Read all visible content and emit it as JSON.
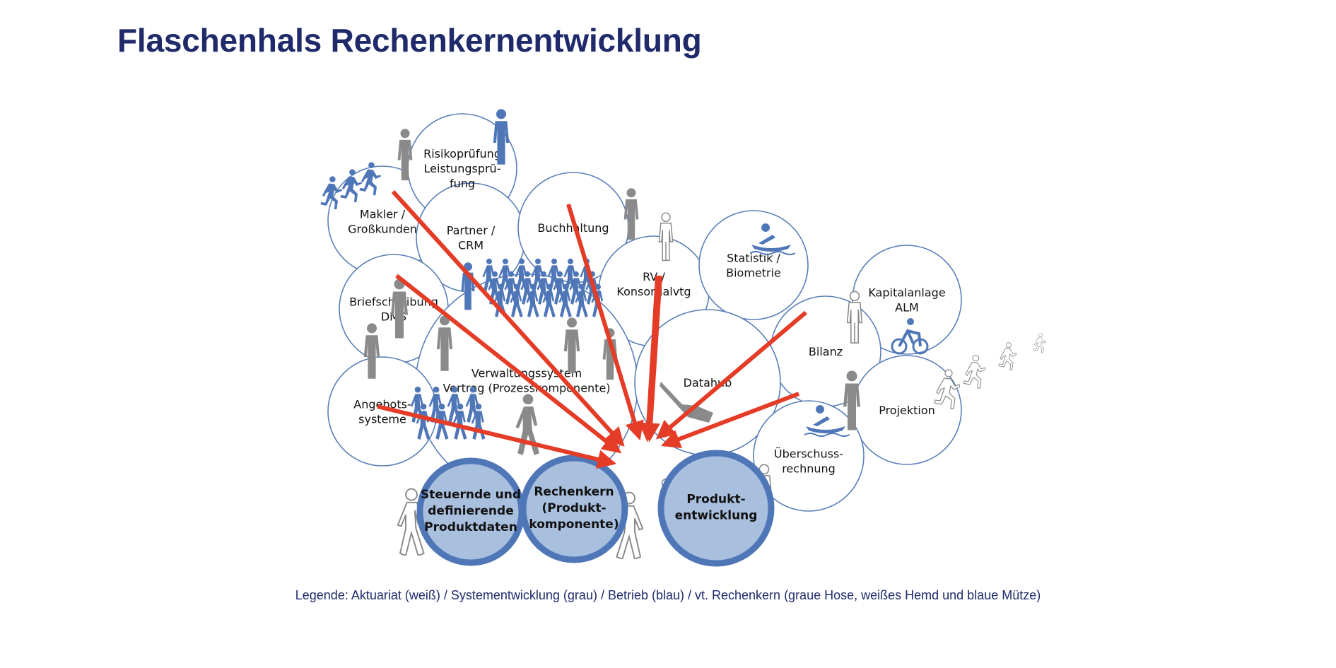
{
  "title": "Flaschenhals Rechenkernentwicklung",
  "legend": "Legende: Aktuariat (weiß) / Systementwicklung (grau) / Betrieb (blau) / vt. Rechenkern (graue Hose, weißes Hemd und blaue Mütze)",
  "colors": {
    "title": "#1f2a6b",
    "bubble_stroke": "#5b7fb8",
    "core_fill": "#a9bfde",
    "core_stroke": "#4f77b8",
    "arrow": "#e43c26",
    "figure_blue": "#4f77b8",
    "figure_grey": "#8a8a8a"
  },
  "bubbles": [
    {
      "id": "makler",
      "lines": [
        "Makler /",
        "Großkunden"
      ]
    },
    {
      "id": "risiko",
      "lines": [
        "Risikoprüfung",
        "Leistungsprü-",
        "fung"
      ]
    },
    {
      "id": "partner",
      "lines": [
        "Partner /",
        "CRM"
      ]
    },
    {
      "id": "buchhaltung",
      "lines": [
        "Buchhaltung"
      ]
    },
    {
      "id": "rv",
      "lines": [
        "RV /",
        "Konsortialvtg",
        "."
      ]
    },
    {
      "id": "statistik",
      "lines": [
        "Statistik /",
        "Biometrie"
      ]
    },
    {
      "id": "kapitalanlage",
      "lines": [
        "Kapitalanlage",
        "ALM"
      ]
    },
    {
      "id": "briefschreibung",
      "lines": [
        "Briefschreibung",
        "DMS"
      ]
    },
    {
      "id": "bilanz",
      "lines": [
        "Bilanz"
      ]
    },
    {
      "id": "verwaltung",
      "lines": [
        "Verwaltungssystem",
        "Vertrag (Prozesskomponente)"
      ]
    },
    {
      "id": "datahub",
      "lines": [
        "Datahub"
      ]
    },
    {
      "id": "projektion",
      "lines": [
        "Projektion"
      ]
    },
    {
      "id": "angebot",
      "lines": [
        "Angebots-",
        "systeme"
      ]
    },
    {
      "id": "ueberschuss",
      "lines": [
        "Überschuss-",
        "rechnung"
      ]
    }
  ],
  "core": [
    {
      "id": "produktdaten",
      "lines": [
        "Steuernde und",
        "definierende",
        "Produktdaten"
      ]
    },
    {
      "id": "rechenkern",
      "lines": [
        "Rechenkern",
        "(Produkt-",
        "komponente)"
      ]
    },
    {
      "id": "produktentwicklung",
      "lines": [
        "Produkt-",
        "entwicklung"
      ]
    }
  ],
  "figure_icons": [
    "runner-icon",
    "walker-icon",
    "person-standing-icon",
    "crowd-icon",
    "canoe-icon",
    "cyclist-icon",
    "hiker-icon",
    "diver-icon"
  ]
}
